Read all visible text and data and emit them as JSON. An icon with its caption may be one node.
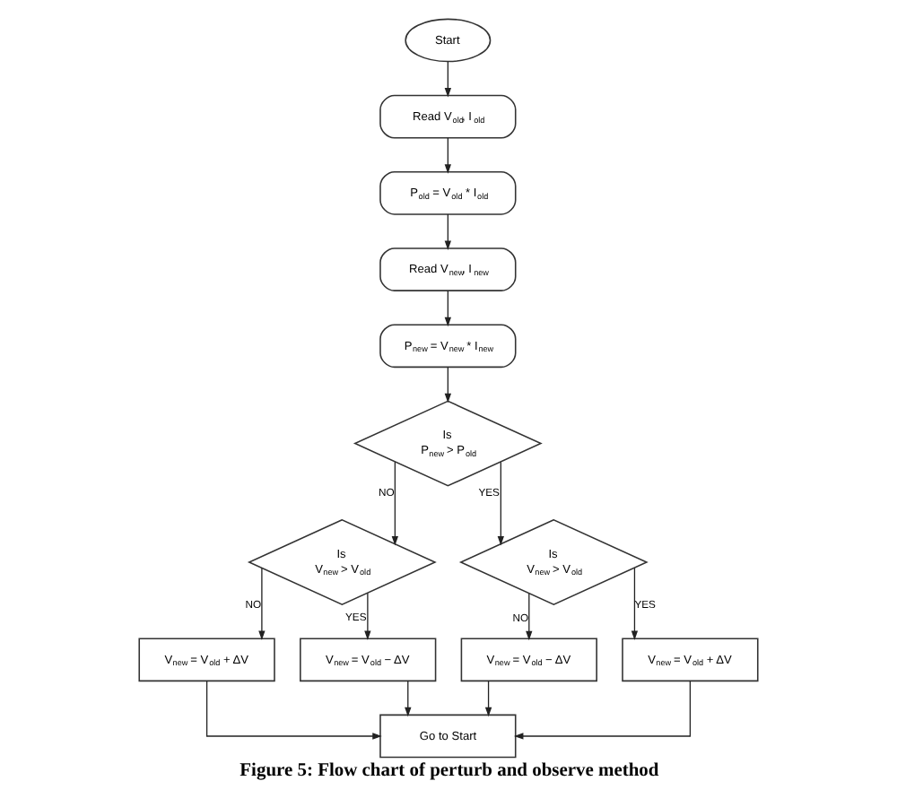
{
  "diagram": {
    "caption": "Figure 5: Flow chart of perturb and observe method",
    "nodes": [
      {
        "text": [
          "Start"
        ]
      },
      {
        "text": [
          "Read V$_{old}$, I$_{old}$"
        ]
      },
      {
        "text": [
          "P$_{old}$ = V$_{old}$ * I$_{old}$"
        ]
      },
      {
        "text": [
          "Read V$_{new}$, I$_{new}$"
        ]
      },
      {
        "text": [
          "P$_{new}$ = V$_{new}$ * I$_{new}$"
        ]
      },
      {
        "text": [
          "Is",
          "P$_{new}$ > P$_{old}$"
        ]
      },
      {
        "text": [
          "Is",
          "V$_{new}$ > V$_{old}$"
        ]
      },
      {
        "text": [
          "Is",
          "V$_{new}$ > V$_{old}$"
        ]
      },
      {
        "text": [
          "V$_{new}$ = V$_{old}$ + ΔV"
        ]
      },
      {
        "text": [
          "V$_{new}$ = V$_{old}$ − ΔV"
        ]
      },
      {
        "text": [
          "V$_{new}$ = V$_{old}$ − ΔV"
        ]
      },
      {
        "text": [
          "V$_{new}$ = V$_{old}$ + ΔV"
        ]
      },
      {
        "text": [
          "Go to Start"
        ]
      }
    ],
    "edges": [
      {
        "from": 0,
        "to": 1,
        "arrow": "to"
      },
      {
        "from": 1,
        "to": 2,
        "arrow": "to"
      },
      {
        "from": 2,
        "to": 3,
        "arrow": "to"
      },
      {
        "from": 3,
        "to": 4,
        "arrow": "to"
      },
      {
        "from": 4,
        "to": 5,
        "arrow": "to"
      },
      {
        "from": 5,
        "to": 6,
        "arrow": "to",
        "label": "NO"
      },
      {
        "from": 5,
        "to": 7,
        "arrow": "to",
        "label": "YES"
      },
      {
        "from": 6,
        "to": 8,
        "arrow": "to",
        "label": "NO"
      },
      {
        "from": 6,
        "to": 9,
        "arrow": "to",
        "label": "YES"
      },
      {
        "from": 7,
        "to": 10,
        "arrow": "to",
        "label": "NO"
      },
      {
        "from": 7,
        "to": 11,
        "arrow": "to",
        "label": "YES"
      },
      {
        "from": 8,
        "to": 12,
        "arrow": "to"
      },
      {
        "from": 9,
        "to": 12,
        "arrow": "to"
      },
      {
        "from": 10,
        "to": 12,
        "arrow": "to"
      },
      {
        "from": 11,
        "to": 12,
        "arrow": "to"
      }
    ]
  }
}
